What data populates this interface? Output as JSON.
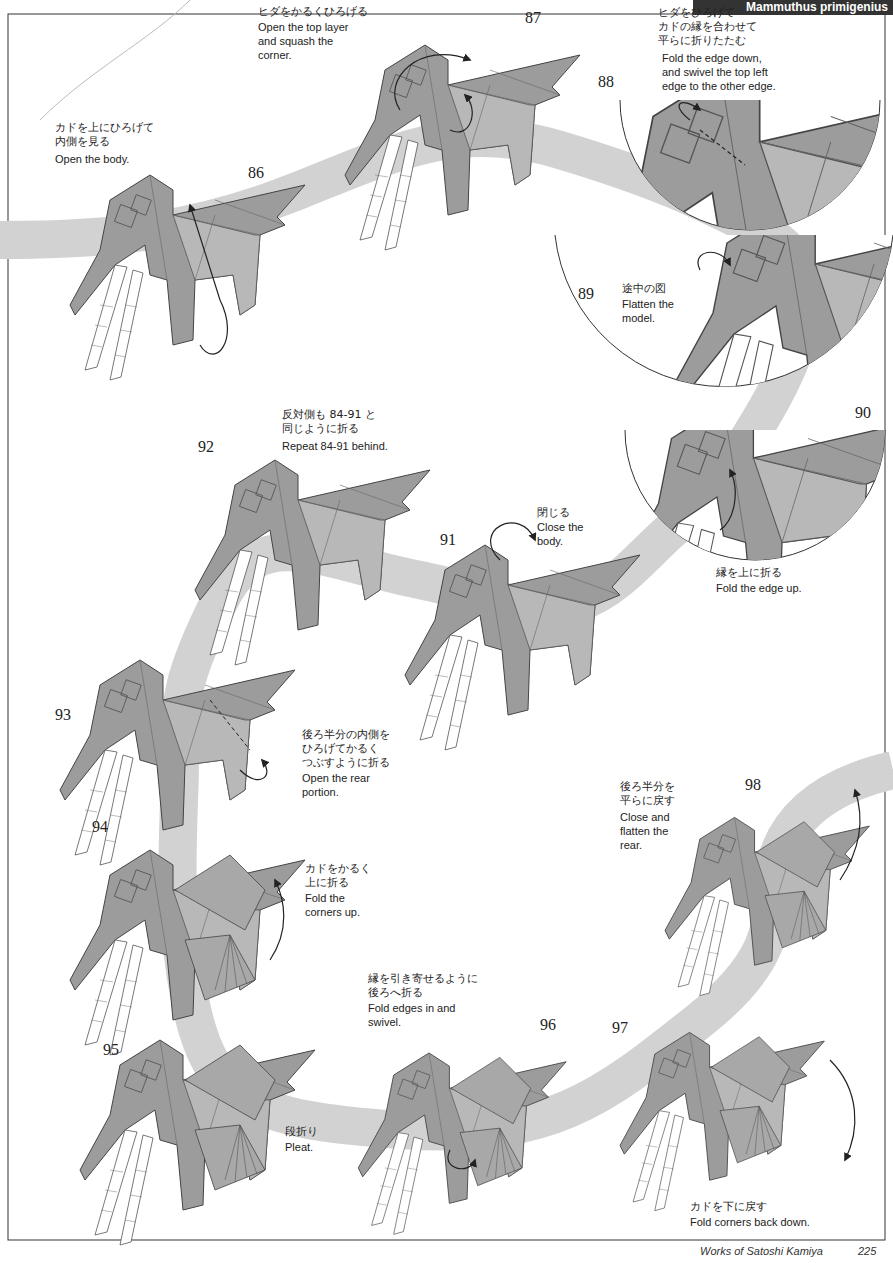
{
  "diagram": {
    "title": "Mammuthus primigenius",
    "labels": [
      "86",
      "カドを上にひろげて 内側を見る",
      "Open the body.",
      "87",
      "ヒダをかるくひろげる",
      "Open the top layer and squash the corner.",
      "88",
      "ヒダをひろげて カドの縁を合わせて 平らに折りたたむ",
      "Fold the edge down, and swivel the top left edge to the other edge.",
      "89",
      "途中の図",
      "Flatten the model.",
      "90",
      "縁を上に折る",
      "Fold the edge up.",
      "91",
      "閉じる",
      "Close the body.",
      "92",
      "反対側も 84-91 と 同じように折る",
      "Repeat 84-91 behind.",
      "93",
      "後ろ半分の内側を ひろげてかるく つぶすように折る",
      "Open the rear portion.",
      "94",
      "カドをかるく 上に折る",
      "Fold the corners up.",
      "95",
      "段折り",
      "Pleat.",
      "96",
      "縁を引き寄せるように 後ろへ折る",
      "Fold edges in and swivel.",
      "97",
      "カドを下に戻す",
      "Fold corners back down.",
      "98",
      "後ろ半分を 平らに戻す",
      "Close and flatten the rear.",
      "Works of Satoshi Kamiya",
      "225"
    ]
  }
}
